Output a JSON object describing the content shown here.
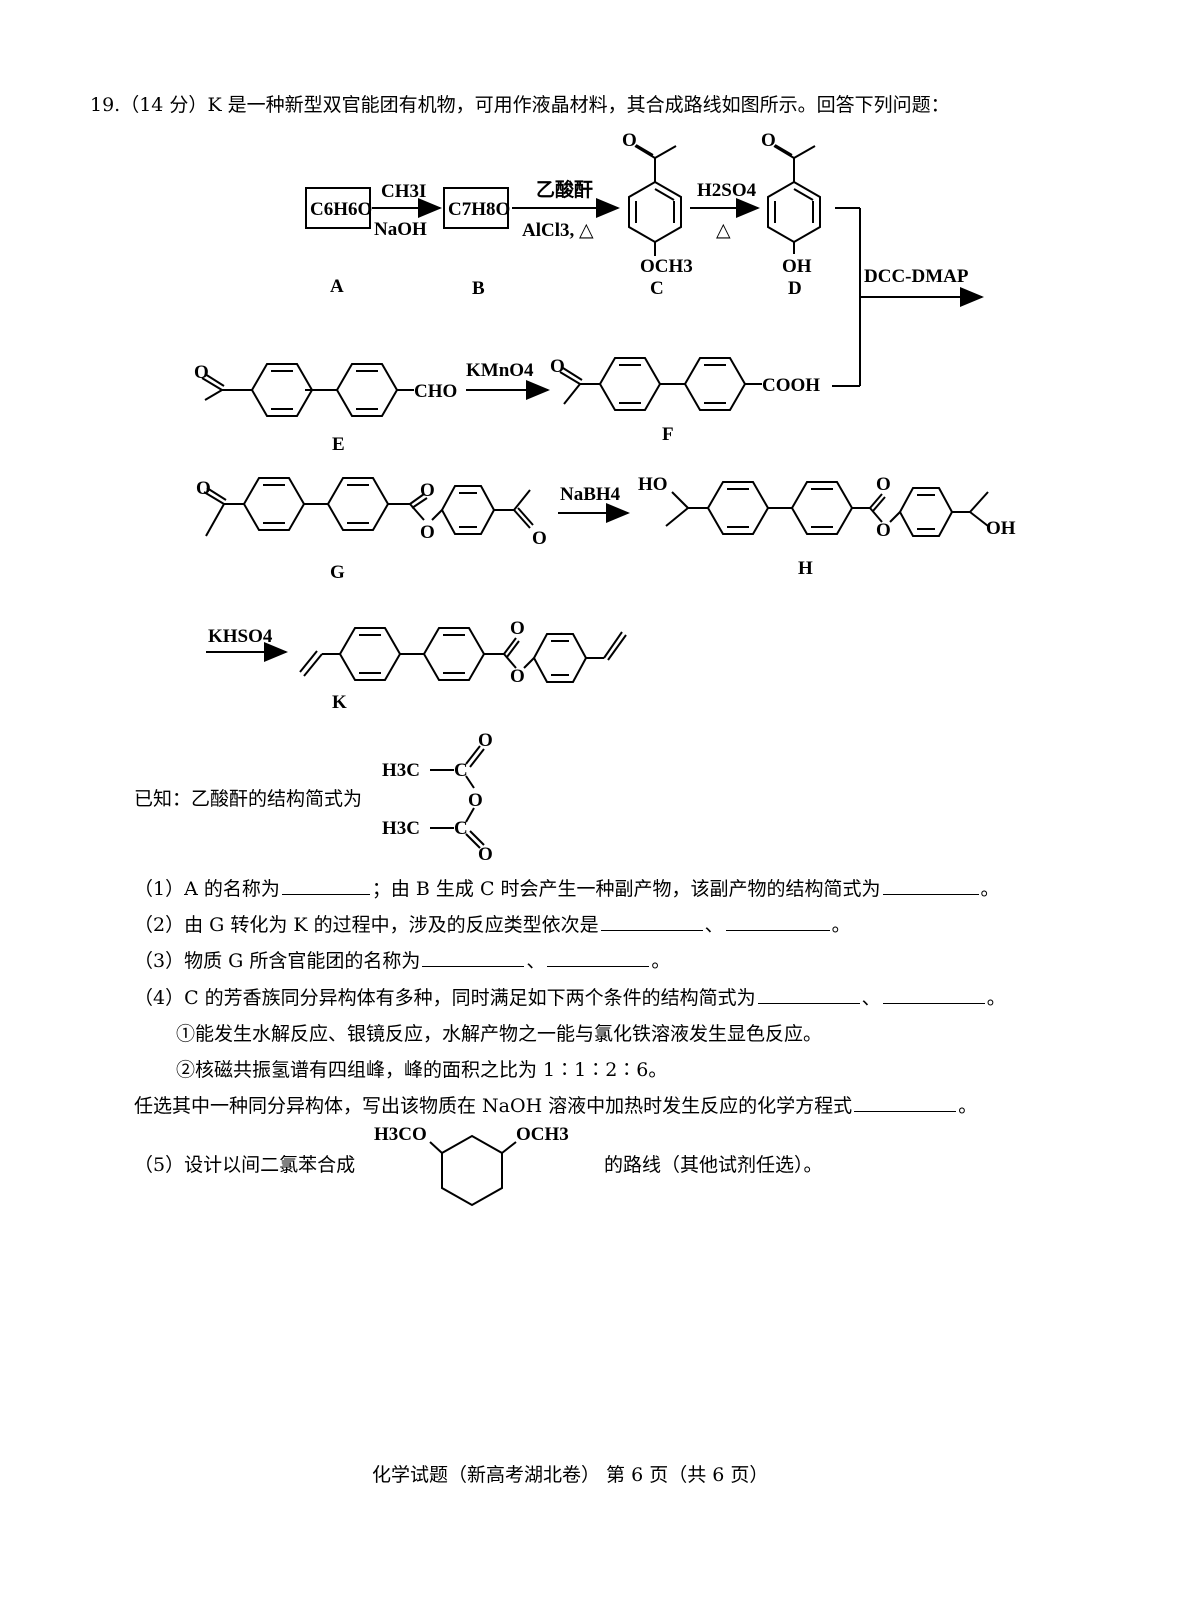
{
  "question": {
    "number": "19.",
    "score": "（14 分）",
    "intro": "K 是一种新型双官能团有机物，可用作液晶材料，其合成路线如图所示。回答下列问题："
  },
  "scheme": {
    "A": {
      "formula": "C6H6O",
      "label": "A"
    },
    "B": {
      "formula": "C7H8O",
      "label": "B"
    },
    "C": {
      "label": "C",
      "substituent": "OCH3"
    },
    "D": {
      "label": "D",
      "substituent": "OH"
    },
    "E": {
      "label": "E",
      "group": "CHO"
    },
    "F": {
      "label": "F",
      "group": "COOH"
    },
    "G": {
      "label": "G"
    },
    "H": {
      "label": "H",
      "group_left": "HO",
      "group_right": "OH"
    },
    "K": {
      "label": "K"
    },
    "reagents": {
      "a_to_b_top": "CH3I",
      "a_to_b_bottom": "NaOH",
      "b_to_c_top": "乙酸酐",
      "b_to_c_bottom": "AlCl3, △",
      "c_to_d_top": "H2SO4",
      "c_to_d_bottom": "△",
      "df_to_g": "DCC-DMAP",
      "e_to_f": "KMnO4",
      "g_to_h": "NaBH4",
      "h_to_k": "KHSO4"
    }
  },
  "known": {
    "text": "已知：乙酸酐的结构简式为",
    "h3c": "H3C",
    "c": "C",
    "o": "O"
  },
  "subquestions": {
    "q1a": "（1）A 的名称为",
    "q1b": "；由 B 生成 C 时会产生一种副产物，该副产物的结构简式为",
    "q1c": "。",
    "q2a": "（2）由 G 转化为 K 的过程中，涉及的反应类型依次是",
    "q2b": "、",
    "q2c": "。",
    "q3a": "（3）物质 G 所含官能团的名称为",
    "q3b": "、",
    "q3c": "。",
    "q4a": "（4）C 的芳香族同分异构体有多种，同时满足如下两个条件的结构简式为",
    "q4b": "、",
    "q4c": "。",
    "cond1": "①能发生水解反应、银镜反应，水解产物之一能与氯化铁溶液发生显色反应。",
    "cond2": "②核磁共振氢谱有四组峰，峰的面积之比为 1∶1∶2∶6。",
    "q4d": "任选其中一种同分异构体，写出该物质在 NaOH 溶液中加热时发生反应的化学方程式",
    "q4e": "。",
    "q5a": "（5）设计以间二氯苯合成",
    "q5b": "的路线（其他试剂任选）。",
    "target_left": "H3CO",
    "target_right": "OCH3"
  },
  "footer": "化学试题（新高考湖北卷） 第 6 页（共 6 页）"
}
